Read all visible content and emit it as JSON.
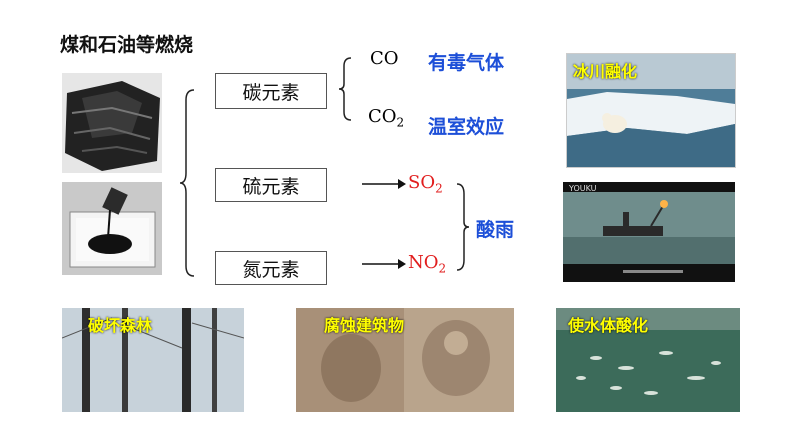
{
  "title": "煤和石油等燃烧",
  "elements": {
    "carbon": "碳元素",
    "sulfur": "硫元素",
    "nitrogen": "氮元素"
  },
  "products": {
    "co": "CO",
    "co2_base": "CO",
    "co2_sub": "2",
    "so2_base": "SO",
    "so2_sub": "2",
    "no2_base": "NO",
    "no2_sub": "2"
  },
  "effects": {
    "toxic_gas": "有毒气体",
    "greenhouse": "温室效应",
    "acid_rain": "酸雨"
  },
  "captions": {
    "glacier": "冰川融化",
    "video_logo": "YOUKU",
    "forest": "破坏森林",
    "building": "腐蚀建筑物",
    "water": "使水体酸化"
  }
}
